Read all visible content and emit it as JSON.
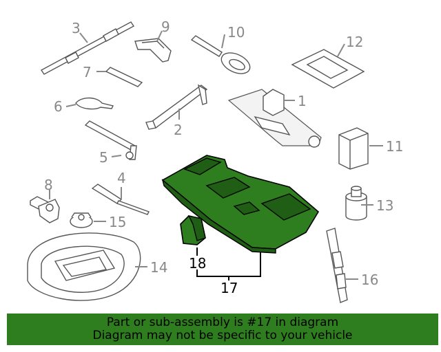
{
  "callouts": [
    "1",
    "2",
    "3",
    "4",
    "5",
    "6",
    "7",
    "8",
    "9",
    "10",
    "11",
    "12",
    "13",
    "14",
    "15",
    "16",
    "17",
    "18"
  ],
  "highlight_color": "#2e7d1f",
  "banner": {
    "line1": "Part or sub-assembly is #17 in diagram",
    "line2": "Diagram may not be specific to your vehicle"
  }
}
